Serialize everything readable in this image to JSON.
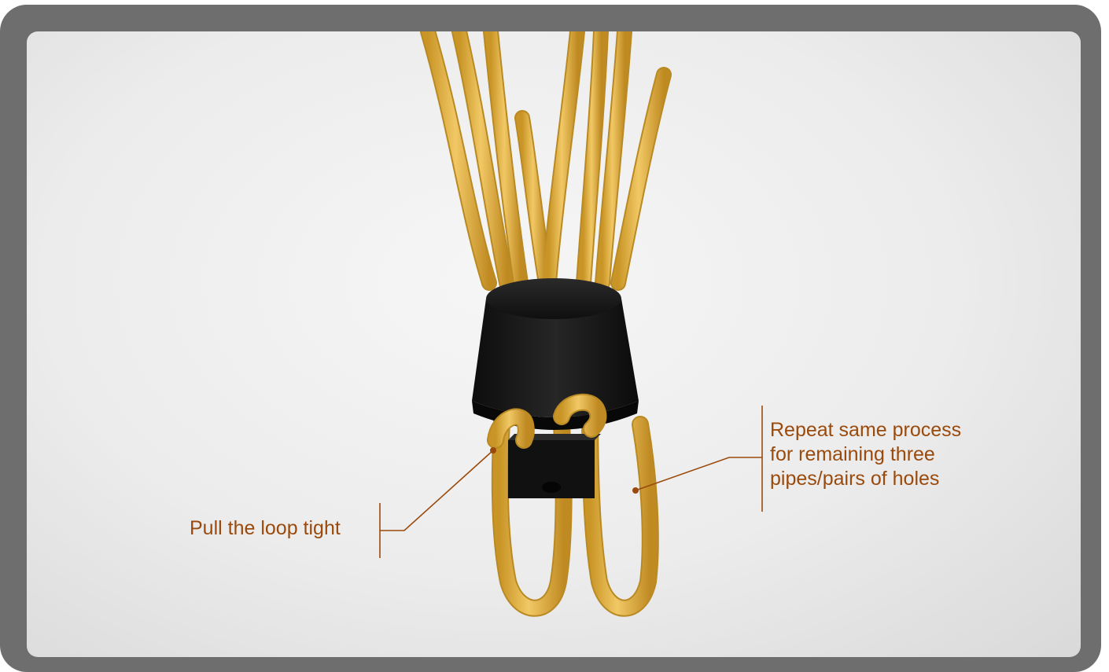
{
  "annotations": {
    "left": {
      "text": "Pull the loop tight"
    },
    "right": {
      "lines": [
        "Repeat same process",
        "for remaining three",
        "pipes/pairs of holes"
      ]
    }
  },
  "colors": {
    "frame": "#6e6e6e",
    "background": "#ececec",
    "pipe": "#e3b347",
    "pipe_shadow": "#b98a24",
    "connector": "#161616",
    "annotation": "#9a4a0c"
  },
  "icons": {
    "pipes": "yellow-flexible-pipes",
    "connector": "black-rubber-connector"
  }
}
